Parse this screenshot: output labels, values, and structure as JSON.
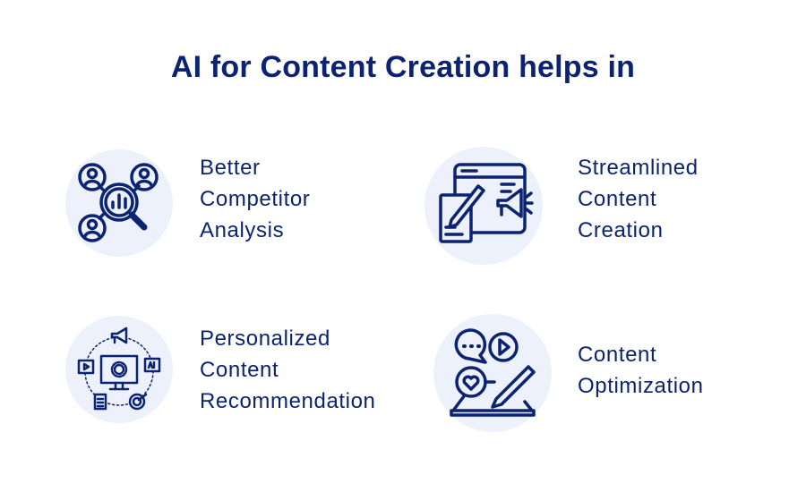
{
  "title": "AI for Content Creation helps in",
  "items": [
    {
      "lines": [
        "Better",
        "Competitor",
        "Analysis"
      ],
      "icon": "competitor-analysis-icon"
    },
    {
      "lines": [
        "Streamlined",
        "Content",
        "Creation"
      ],
      "icon": "content-creation-icon"
    },
    {
      "lines": [
        "Personalized",
        "Content",
        "Recommendation"
      ],
      "icon": "personalized-recommendation-icon"
    },
    {
      "lines": [
        "Content",
        "Optimization"
      ],
      "icon": "content-optimization-icon"
    }
  ],
  "colors": {
    "primary": "#0b2370",
    "circle": "#ecf1fc"
  }
}
